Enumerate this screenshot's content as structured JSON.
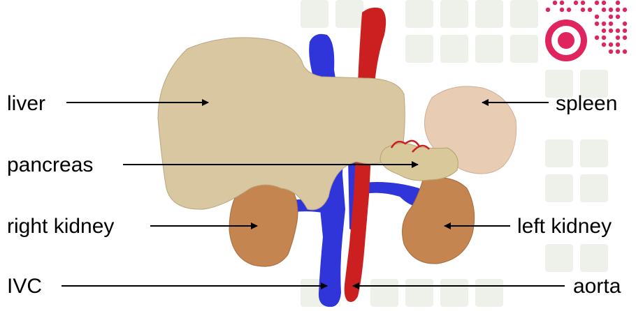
{
  "labels": {
    "liver": "liver",
    "spleen": "spleen",
    "pancreas": "pancreas",
    "right_kidney": "right kidney",
    "left_kidney": "left kidney",
    "ivc": "IVC",
    "aorta": "aorta"
  },
  "colors": {
    "liver": "#d8c7a1",
    "spleen": "#e9ccb4",
    "pancreas": "#d9c99a",
    "kidney": "#c58550",
    "ivc": "#2f35d9",
    "aorta": "#cc1f1f",
    "logo": "#e0245e",
    "grid": "#eef1ea"
  },
  "icons": {
    "logo": "target-dots-logo"
  }
}
